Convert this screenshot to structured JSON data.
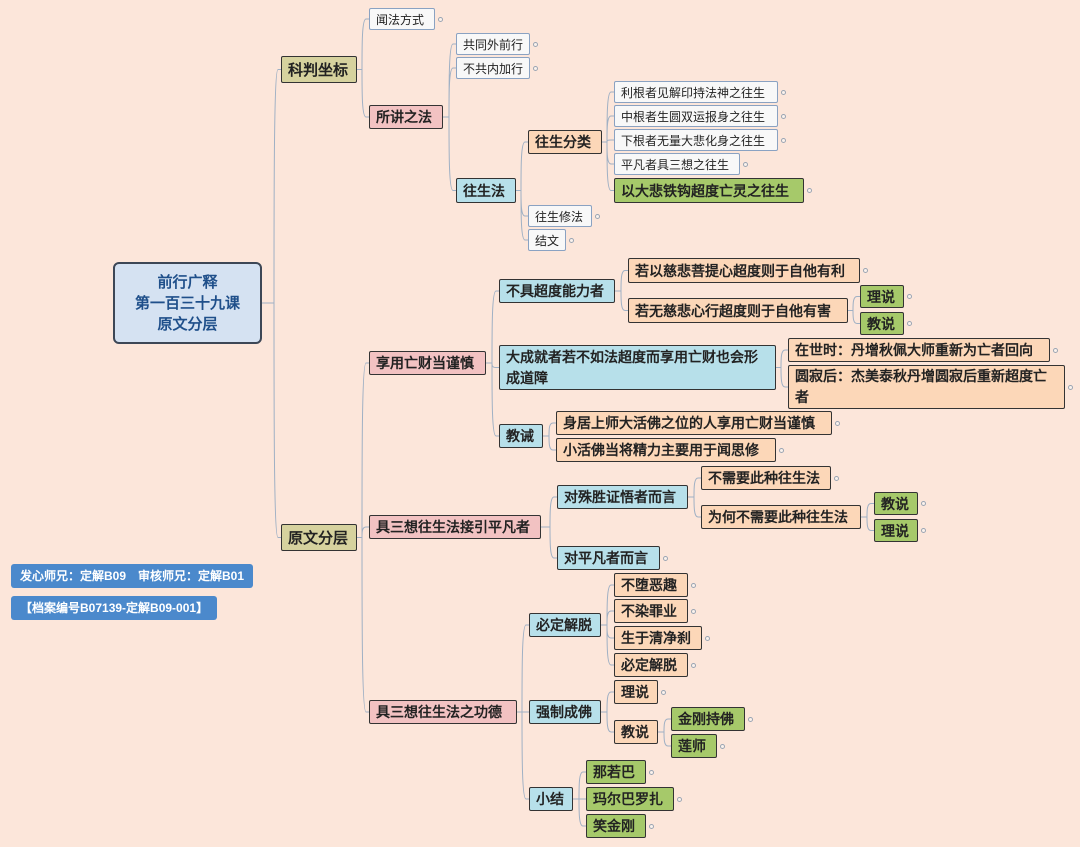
{
  "root": {
    "title": "前行广释\n第一百三十九课\n原文分层"
  },
  "branches": {
    "kepan": "科判坐标",
    "wenfa": "闻法方式",
    "suojiang": "所讲之法",
    "gongtong": "共同外前行",
    "bugong": "不共内加行",
    "wangshengfa": "往生法",
    "fenlei": "往生分类",
    "ligen": "利根者见解印持法神之往生",
    "zhonggen": "中根者生圆双运报身之往生",
    "xiagen": "下根者无量大悲化身之往生",
    "pingfan": "平凡者具三想之往生",
    "dabei": "以大悲铁钩超度亡灵之往生",
    "xiufa": "往生修法",
    "jiewen": "结文",
    "yuanwen": "原文分层",
    "xiangyong": "享用亡财当谨慎",
    "buju": "不具超度能力者",
    "ruoci": "若以慈悲菩提心超度则于自他有利",
    "ruowu": "若无慈悲心行超度则于自他有害",
    "lishuo1": "理说",
    "jiaoshuo1": "教说",
    "dacheng": "大成就者若不如法超度而享用亡财也会形成道障",
    "zaishi": "在世时：丹增秋佩大师重新为亡者回向",
    "yuanji": "圆寂后：杰美泰秋丹增圆寂后重新超度亡者",
    "jiaojie": "教诫",
    "shenju": "身居上师大活佛之位的人享用亡财当谨慎",
    "xiaohuo": "小活佛当将精力主要用于闻思修",
    "jusan": "具三想往生法接引平凡者",
    "dui_shu": "对殊胜证悟者而言",
    "buxuyao": "不需要此种往生法",
    "weihe": "为何不需要此种往生法",
    "jiaoshuo2": "教说",
    "lishuo2": "理说",
    "dui_ping": "对平凡者而言",
    "gongde": "具三想往生法之功德",
    "biding": "必定解脱",
    "buduo": "不堕恶趣",
    "buran": "不染罪业",
    "shengyu": "生于清净刹",
    "biding2": "必定解脱",
    "qiangzhi": "强制成佛",
    "lishuo3": "理说",
    "jiaoshuo3": "教说",
    "jingang": "金刚持佛",
    "lianshi": "莲师",
    "xiaojie": "小结",
    "naruoba": "那若巴",
    "maer": "玛尔巴罗扎",
    "xiaojg": "笑金刚"
  },
  "info": {
    "line1": "发心师兄：定解B09　审核师兄：定解B01",
    "line2": "【档案编号B07139-定解B09-001】"
  },
  "colors": {
    "background": "#fce6da",
    "root": "#d5e2f2",
    "olive": "#d6d29e",
    "pink": "#f2c2c2",
    "cyan": "#b7e0ea",
    "peach": "#fcd7b8",
    "green": "#a6c96a",
    "info": "#4b89cc"
  }
}
